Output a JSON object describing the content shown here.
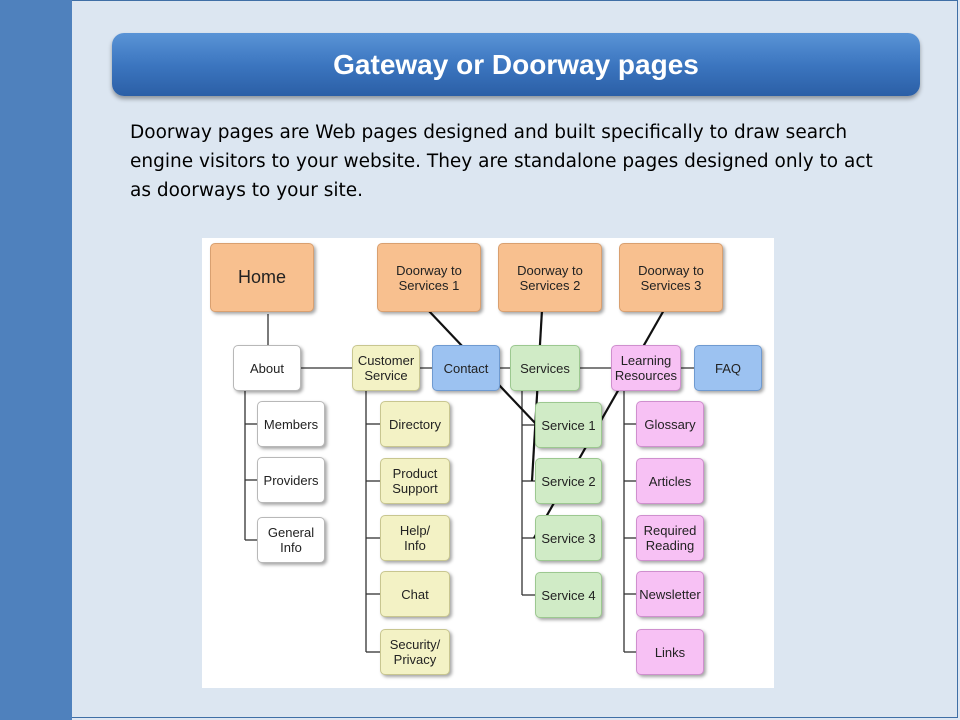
{
  "slide": {
    "title": "Gateway or Doorway pages",
    "body": "Doorway pages are Web pages designed and built specifically to draw search engine visitors to your website. They are standalone pages designed only to act as doorways to your site."
  },
  "diagram": {
    "home": "Home",
    "doorways": [
      "Doorway to\nServices 1",
      "Doorway to\nServices 2",
      "Doorway to\nServices 3"
    ],
    "top_nav": [
      "About",
      "Customer\nService",
      "Contact",
      "Services",
      "Learning\nResources",
      "FAQ"
    ],
    "about_children": [
      "Members",
      "Providers",
      "General\nInfo"
    ],
    "customer_service_children": [
      "Directory",
      "Product\nSupport",
      "Help/\nInfo",
      "Chat",
      "Security/\nPrivacy"
    ],
    "services_children": [
      "Service 1",
      "Service 2",
      "Service 3",
      "Service 4"
    ],
    "learning_children": [
      "Glossary",
      "Articles",
      "Required\nReading",
      "Newsletter",
      "Links"
    ],
    "colors": {
      "doorway": "#f8c08f",
      "about": "#ffffff",
      "customer_service": "#f3f2c5",
      "contact": "#9cc2f1",
      "services": "#d0ebc6",
      "learning": "#f7c1f4"
    }
  }
}
